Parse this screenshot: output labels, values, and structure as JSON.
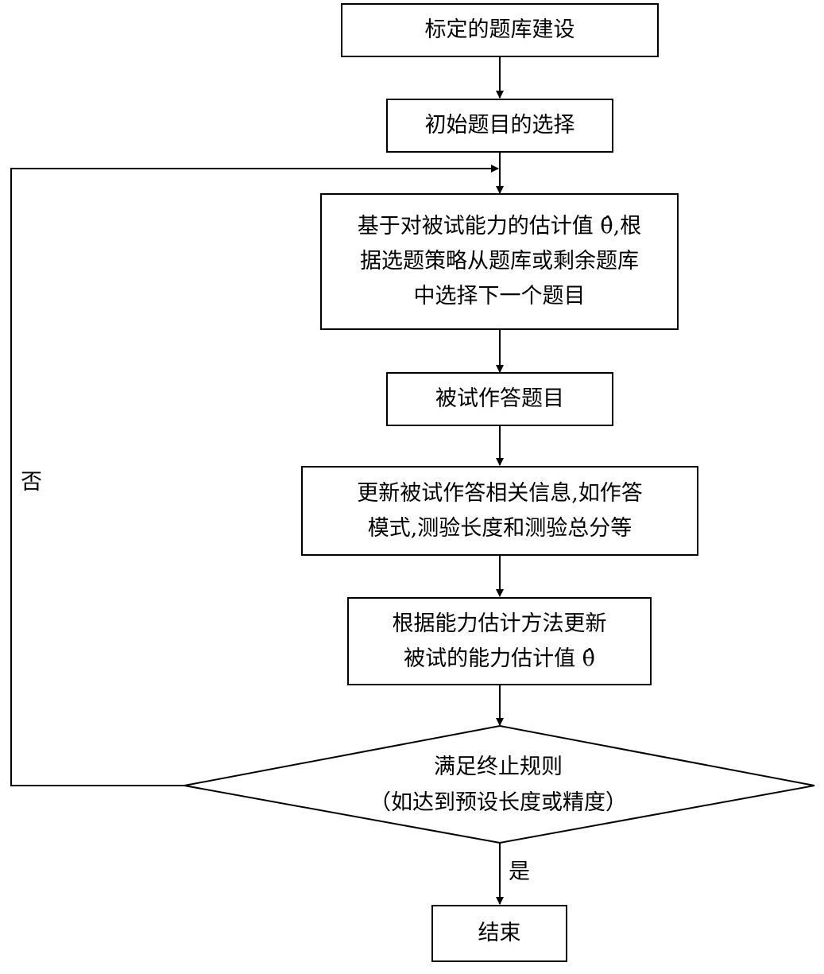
{
  "nodes": {
    "bank": "标定的题库建设",
    "initial": "初始题目的选择",
    "select": [
      "基于对被试能力的估计值 θ̂,根",
      "据选题策略从题库或剩余题库",
      "中选择下一个题目"
    ],
    "respond": "被试作答题目",
    "update": [
      "更新被试作答相关信息,如作答",
      "模式,测验长度和测验总分等"
    ],
    "estimate": [
      "根据能力估计方法更新",
      "被试的能力估计值 θ̂"
    ],
    "decision": [
      "满足终止规则",
      "（如达到预设长度或精度）"
    ],
    "end": "结束"
  },
  "edge_labels": {
    "no": "否",
    "yes": "是"
  },
  "colors": {
    "stroke": "#000000",
    "background": "#ffffff"
  }
}
